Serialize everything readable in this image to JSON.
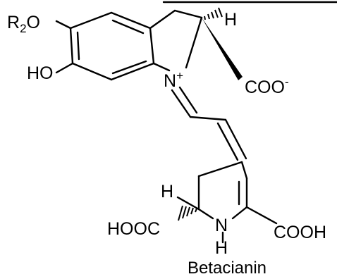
{
  "molecule": {
    "name": "Betacianin",
    "labels": {
      "r2": "R",
      "r2_sub": "2",
      "r2_o": "O",
      "ho": "HO",
      "n_plus": "N",
      "plus": "+",
      "h_top": "H",
      "coo": "COO",
      "minus": "-",
      "h_left": "H",
      "hooc": "HOOC",
      "n_ring": "N",
      "h_n": "H",
      "cooh": "COOH"
    }
  }
}
